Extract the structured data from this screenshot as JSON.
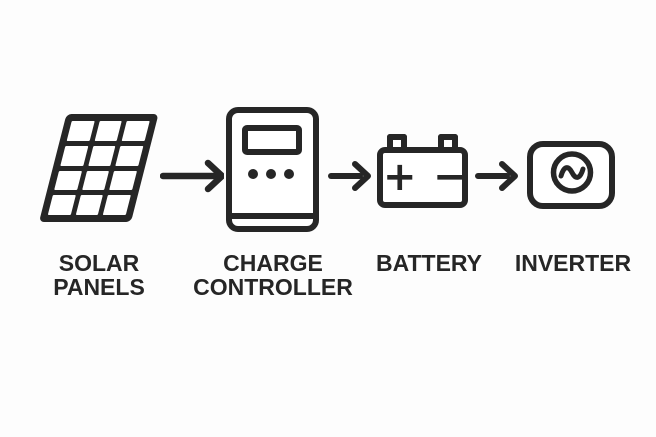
{
  "theme": {
    "ink": "#262626",
    "bg": "#fdfdfd"
  },
  "diagram": {
    "type": "flow",
    "direction": "left-to-right",
    "stages": [
      {
        "name": "solar-panels",
        "icon": "solar-panel-icon",
        "label_lines": [
          "SOLAR",
          "PANELS"
        ]
      },
      {
        "name": "charge-controller",
        "icon": "charge-controller-icon",
        "label_lines": [
          "CHARGE",
          "CONTROLLER"
        ]
      },
      {
        "name": "battery",
        "icon": "battery-icon",
        "label_lines": [
          "BATTERY"
        ],
        "terminals": {
          "positive": "+",
          "negative": "−"
        }
      },
      {
        "name": "inverter",
        "icon": "inverter-icon",
        "label_lines": [
          "INVERTER"
        ]
      }
    ],
    "connectors": [
      {
        "from": "solar-panels",
        "to": "charge-controller",
        "symbol": "→"
      },
      {
        "from": "charge-controller",
        "to": "battery",
        "symbol": "→"
      },
      {
        "from": "battery",
        "to": "inverter",
        "symbol": "→"
      }
    ]
  }
}
